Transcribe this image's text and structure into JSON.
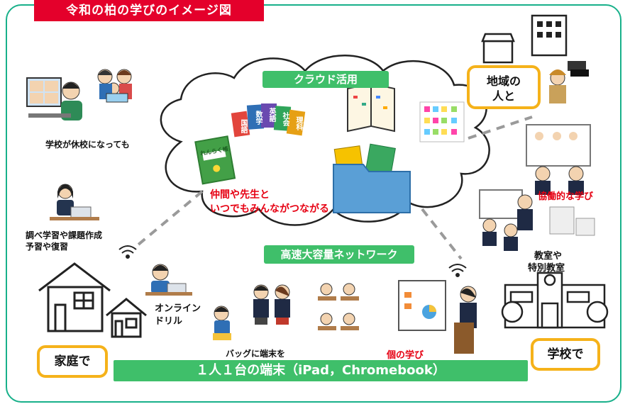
{
  "title": "令和の柏の学びのイメージ図",
  "cloud": {
    "label": "クラウド活用",
    "book_label": "れんらく帳",
    "subjects": [
      "国語",
      "数学",
      "英語",
      "社会",
      "理科"
    ],
    "caption_line1": "仲間や先生と",
    "caption_line2": "いつでもみんながつながる"
  },
  "network_label": "高速大容量ネットワーク",
  "device_bar": "１人１台の端末（iPad，Chromebook）",
  "labels": {
    "school_closed": "学校が休校になっても",
    "research_line1": "調べ学習や課題作成",
    "research_line2": "予習や復習",
    "online_drill_line1": "オンライン",
    "online_drill_line2": "ドリル",
    "bag": "バッグに端末を",
    "individual": "個の学び",
    "collaborative": "協働的な学び",
    "classroom_line1": "教室や",
    "classroom_line2": "特別教室",
    "community_line1": "地域の",
    "community_line2": "人と"
  },
  "boxes": {
    "home": "家庭で",
    "school": "学校で"
  },
  "colors": {
    "frame": "#18b08a",
    "title_bg": "#e4002b",
    "green": "#3fbf6a",
    "yellow": "#f5b21a",
    "red_text": "#e60012"
  }
}
